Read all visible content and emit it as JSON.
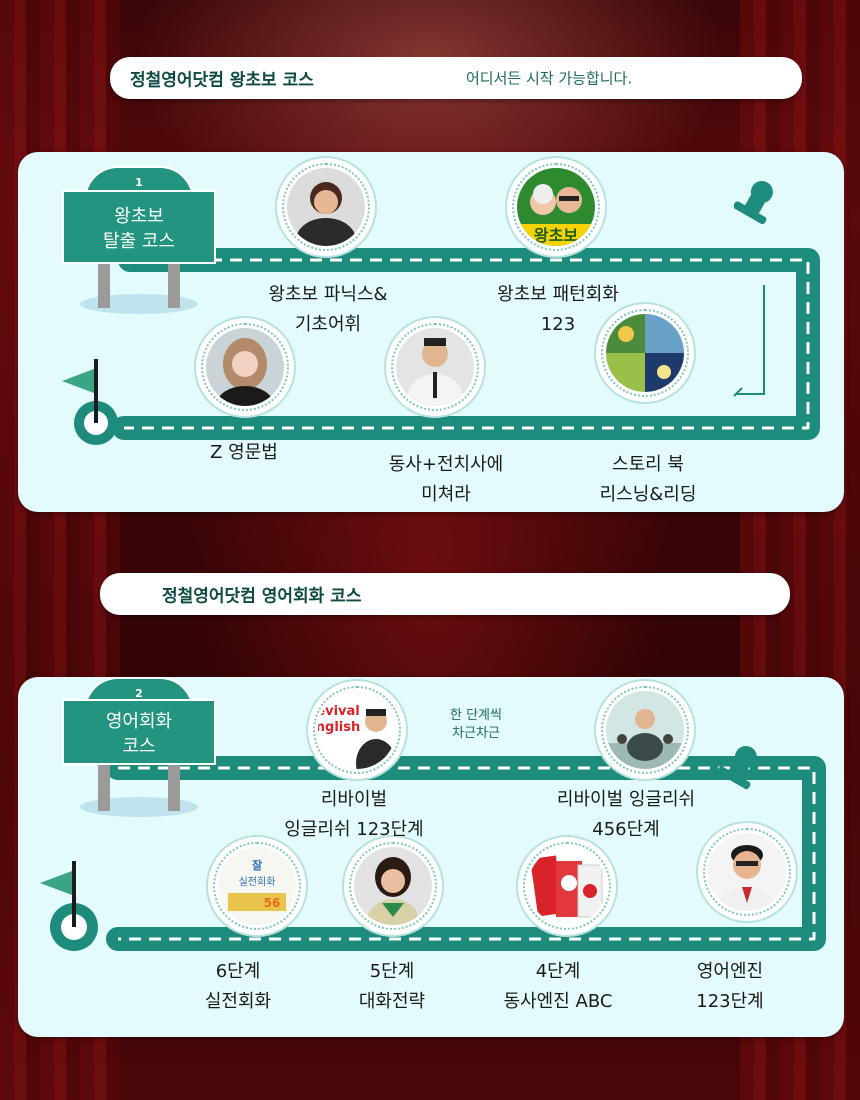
{
  "colors": {
    "accent": "#23947f",
    "track": "#1e8c7c",
    "panel_bg": "#e3fbfd",
    "title_text": "#0e4a43"
  },
  "header1": {
    "title": "정철영어닷컴  왕초보 코스",
    "subtitle": "어디서든 시작 가능합니다."
  },
  "header2": {
    "title": "정철영어닷컴  영어회화  코스"
  },
  "course1": {
    "sign_number": "1",
    "sign_line1": "왕초보",
    "sign_line2": "탈출 코스",
    "items": [
      {
        "line1": "왕초보 파닉스&",
        "line2": "기초어휘",
        "icon": "instructor-photo"
      },
      {
        "line1": "왕초보 패턴회화",
        "line2": "123",
        "icon": "instructor-pair-photo"
      },
      {
        "line1": "Z 영문법",
        "line2": "",
        "icon": "instructor-photo"
      },
      {
        "line1": "동사+전치사에",
        "line2": "미쳐라",
        "icon": "instructor-photo"
      },
      {
        "line1": "스토리 북",
        "line2": "리스닝&리딩",
        "icon": "storybook-collage"
      }
    ]
  },
  "course2": {
    "sign_number": "2",
    "sign_line1": "영어회화",
    "sign_line2": "코스",
    "step_note_line1": "한 단계씩",
    "step_note_line2": "차근차근",
    "revival_logo_line1": "evival",
    "revival_logo_line2": "nglish",
    "book_cover_text1": "잘",
    "book_cover_text2": "실전회화",
    "book_cover_text3": "56",
    "items": [
      {
        "line1": "리바이벌",
        "line2": "잉글리쉬 123단계",
        "icon": "revival-english-photo"
      },
      {
        "line1": "리바이벌 잉글리쉬",
        "line2": "456단계",
        "icon": "studio-photo"
      },
      {
        "line1": "6단계",
        "line2": "실전회화",
        "icon": "book-cover"
      },
      {
        "line1": "5단계",
        "line2": "대화전략",
        "icon": "instructor-photo"
      },
      {
        "line1": "4단계",
        "line2": "동사엔진 ABC",
        "icon": "book-covers"
      },
      {
        "line1": "영어엔진",
        "line2": "123단계",
        "icon": "instructor-photo"
      }
    ]
  }
}
